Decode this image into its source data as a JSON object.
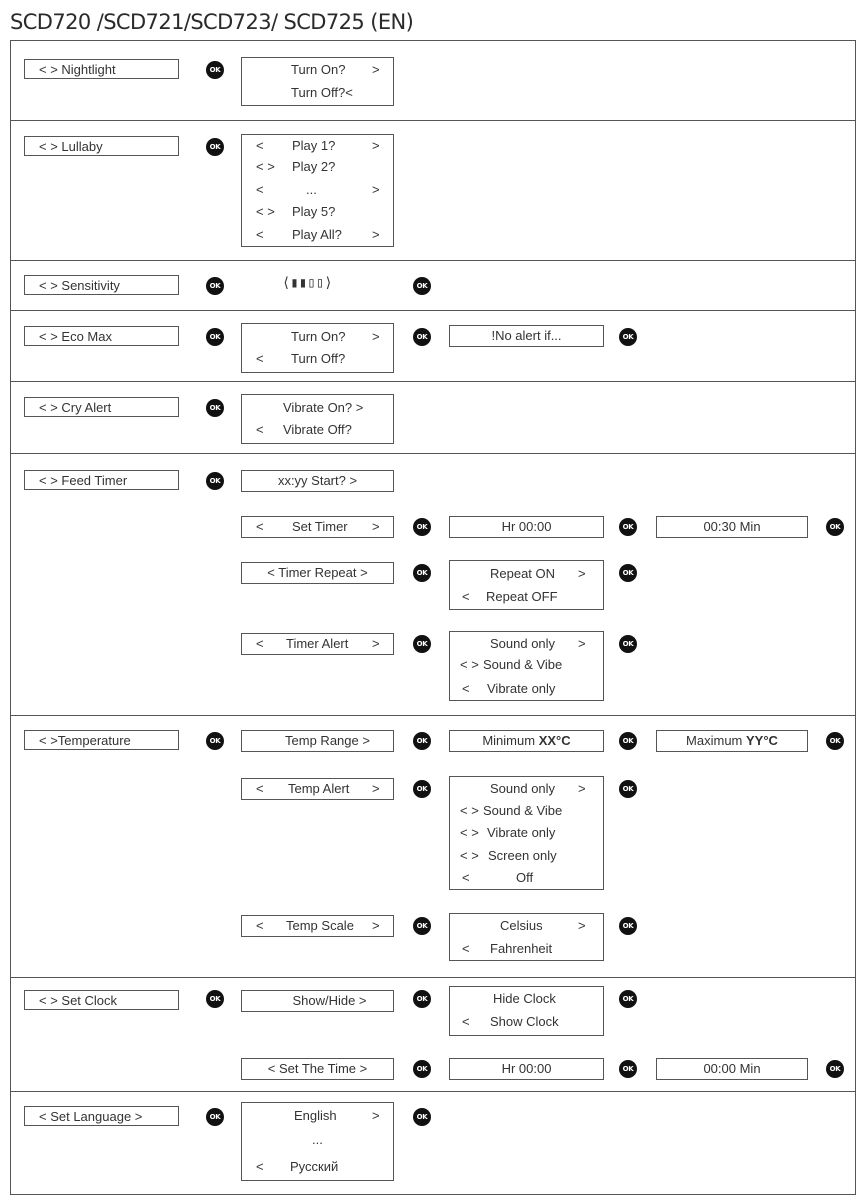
{
  "title": "SCD720 /SCD721/SCD723/ SCD725 (EN)",
  "ok_label": "OK",
  "sections": {
    "nightlight": {
      "menu": "< > Nightlight",
      "turn_on": "Turn On?",
      "turn_on_r": ">",
      "turn_off": "Turn Off?<"
    },
    "lullaby": {
      "menu": "< >   Lullaby",
      "opts": [
        {
          "l": "<",
          "t": "Play 1?",
          "r": ">"
        },
        {
          "l": "< >",
          "t": "Play 2?",
          "r": ""
        },
        {
          "l": "<",
          "t": "...",
          "r": ">"
        },
        {
          "l": "< >",
          "t": "Play 5?",
          "r": ""
        },
        {
          "l": "<",
          "t": "Play All?",
          "r": ">"
        }
      ]
    },
    "sensitivity": {
      "menu": "< > Sensitivity",
      "level_display": "⟨▮▮▯▯⟩"
    },
    "ecomax": {
      "menu": "< >   Eco Max",
      "turn_on": "Turn On?",
      "turn_on_r": ">",
      "turn_off_l": "<",
      "turn_off": "Turn Off?",
      "warning": "!No alert if..."
    },
    "cryalert": {
      "menu": "< >   Cry Alert",
      "vib_on": "Vibrate On? >",
      "vib_off_l": "<",
      "vib_off": "Vibrate Off?"
    },
    "feedtimer": {
      "menu": "< > Feed Timer",
      "start": "xx:yy Start?  >",
      "set_timer": {
        "l": "<",
        "t": "Set Timer",
        "r": ">"
      },
      "hr": "Hr 00:00",
      "min": "00:30 Min",
      "timer_repeat": "<   Timer Repeat >",
      "repeat_on": "Repeat ON",
      "repeat_on_r": ">",
      "repeat_off_l": "<",
      "repeat_off": "Repeat OFF",
      "timer_alert": {
        "l": "<",
        "t": "Timer Alert",
        "r": ">"
      },
      "alert_opts": [
        {
          "l": "",
          "t": "Sound only",
          "r": ">"
        },
        {
          "l": "< >",
          "t": "Sound & Vibe",
          "r": ""
        },
        {
          "l": "<",
          "t": "Vibrate only",
          "r": ""
        }
      ]
    },
    "temperature": {
      "menu": "< >Temperature",
      "range": "Temp Range  >",
      "min_label": "Minimum",
      "min_val": "XX°C",
      "max_label": "Maximum",
      "max_val": "YY°C",
      "temp_alert": {
        "l": "<",
        "t": "Temp Alert",
        "r": ">"
      },
      "alert_opts": [
        {
          "l": "",
          "t": "Sound only",
          "r": ">"
        },
        {
          "l": "< >",
          "t": "Sound & Vibe",
          "r": ""
        },
        {
          "l": "< >",
          "t": "Vibrate only",
          "r": ""
        },
        {
          "l": "< >",
          "t": "Screen only",
          "r": ""
        },
        {
          "l": "<",
          "t": "Off",
          "r": ""
        }
      ],
      "temp_scale": {
        "l": "<",
        "t": "Temp Scale",
        "r": ">"
      },
      "celsius": "Celsius",
      "celsius_r": ">",
      "fahrenheit_l": "<",
      "fahrenheit": "Fahrenheit"
    },
    "setclock": {
      "menu": "< > Set Clock",
      "show_hide": "Show/Hide  >",
      "hide_clock": "Hide Clock",
      "show_clock_l": "<",
      "show_clock": "Show Clock",
      "set_time": "<   Set The Time  >",
      "hr": "Hr 00:00",
      "min": "00:00 Min"
    },
    "language": {
      "menu": "<  Set Language >",
      "english": "English",
      "english_r": ">",
      "dots": "...",
      "russian_l": "<",
      "russian": "Русский"
    }
  }
}
